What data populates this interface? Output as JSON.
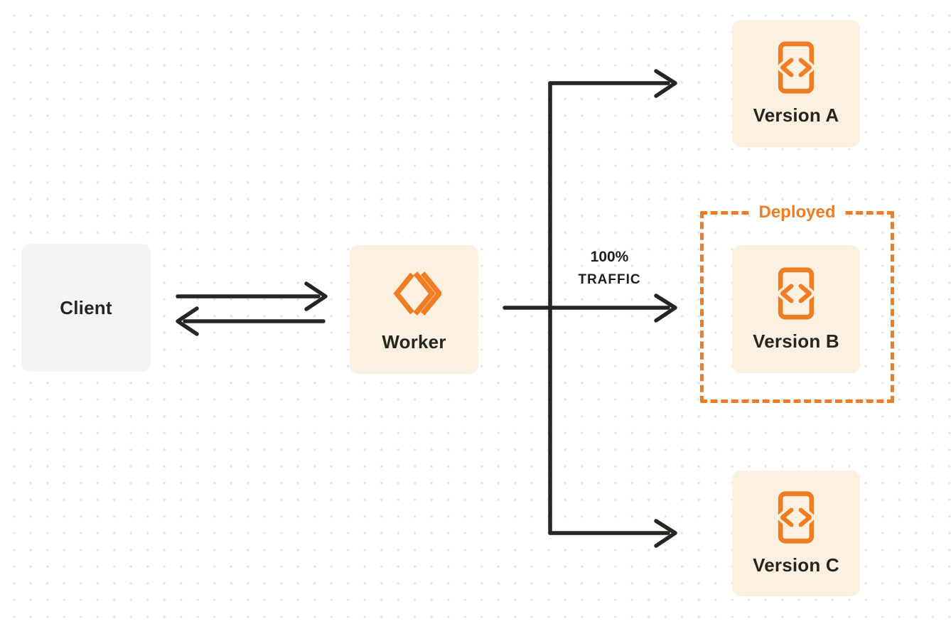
{
  "diagram": {
    "title": "Worker gradual deployment traffic routing",
    "nodes": {
      "client": {
        "label": "Client",
        "icon": null,
        "fill": "#F5F5F6"
      },
      "worker": {
        "label": "Worker",
        "icon": "workers-logo-icon",
        "fill": "#FCF0E0"
      },
      "version_a": {
        "label": "Version A",
        "icon": "code-file-icon",
        "fill": "#FCF0E0"
      },
      "version_b": {
        "label": "Version B",
        "icon": "code-file-icon",
        "fill": "#FCF0E0"
      },
      "version_c": {
        "label": "Version C",
        "icon": "code-file-icon",
        "fill": "#FCF0E0"
      }
    },
    "annotations": {
      "deployed_tag": "Deployed",
      "traffic_percent": "100%",
      "traffic_word": "TRAFFIC"
    },
    "edges": [
      {
        "from": "client",
        "to": "worker",
        "style": "arrow-right"
      },
      {
        "from": "worker",
        "to": "client",
        "style": "arrow-left"
      },
      {
        "from": "worker",
        "to": "version_a",
        "label": ""
      },
      {
        "from": "worker",
        "to": "version_b",
        "label": "100% TRAFFIC"
      },
      {
        "from": "worker",
        "to": "version_c",
        "label": ""
      }
    ],
    "colors": {
      "accent_orange": "#EE7D23",
      "node_fill_cream": "#FCF0E0",
      "node_fill_gray": "#F5F5F6",
      "connector_dark": "#262522",
      "dot_grid": "#E3E3E3",
      "background": "#FFFFFF"
    }
  }
}
